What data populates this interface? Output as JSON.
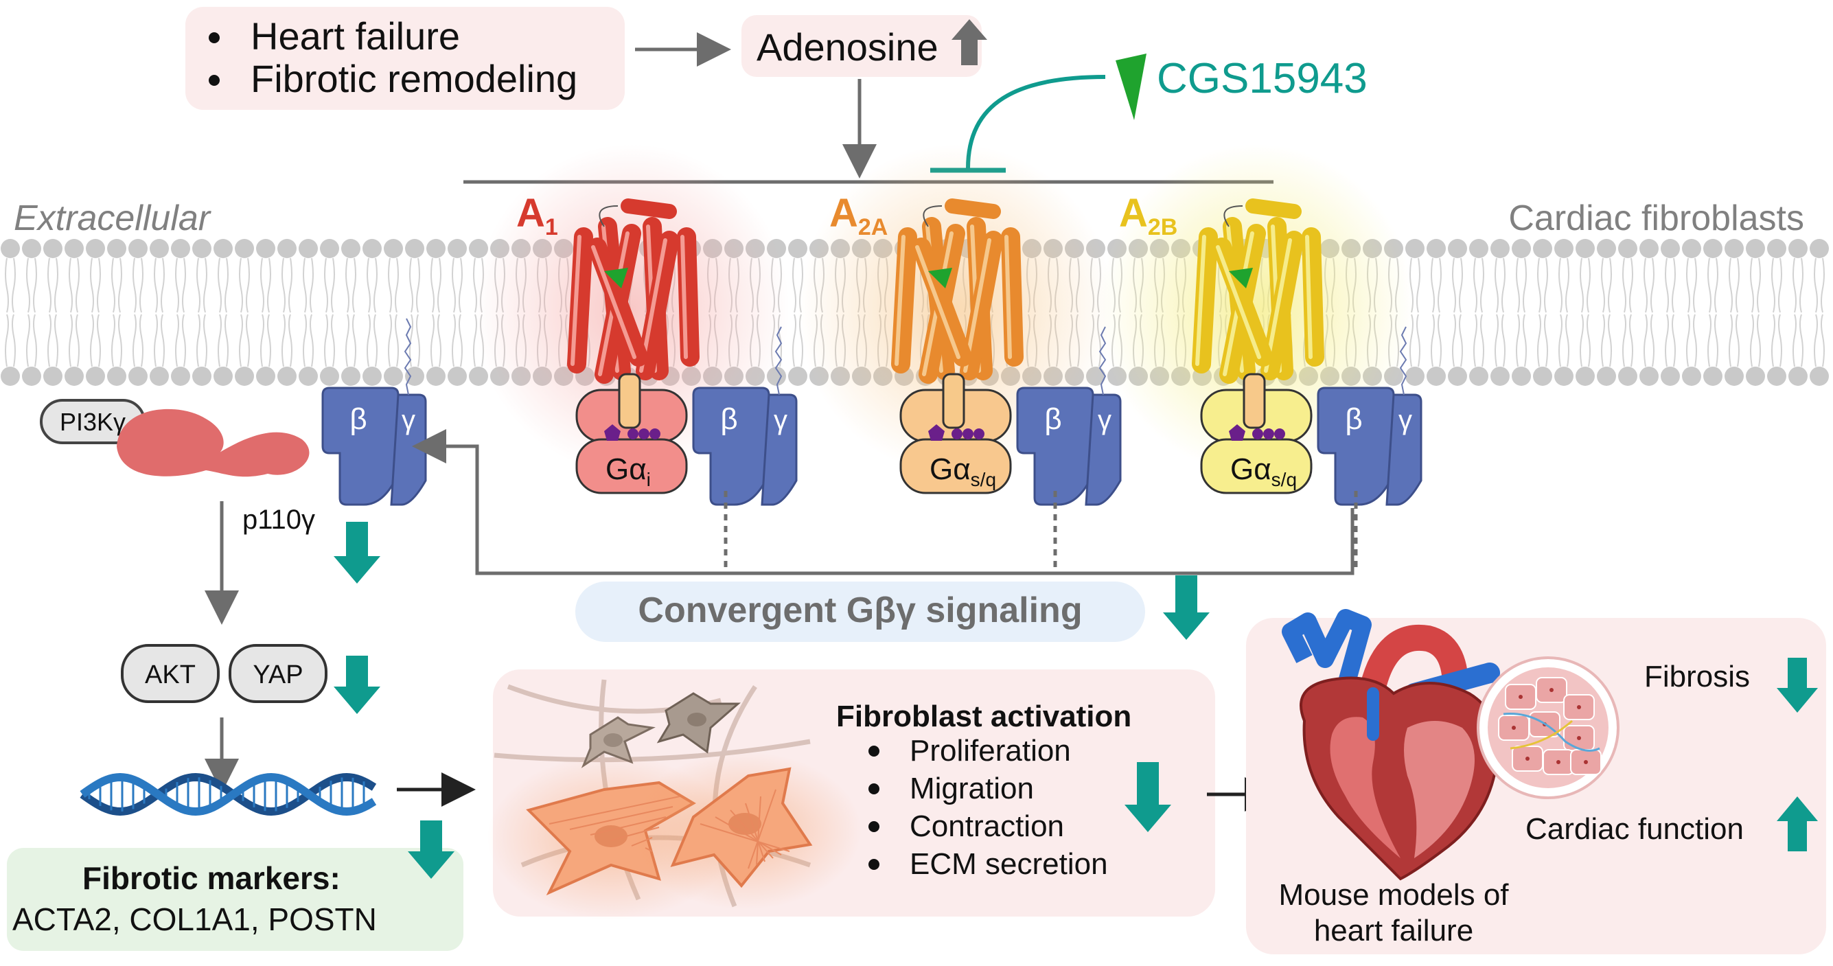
{
  "conditions": {
    "items": [
      "Heart failure",
      "Fibrotic remodeling"
    ]
  },
  "adenosine": {
    "label": "Adenosine",
    "change": "up"
  },
  "antagonist": {
    "name": "CGS15943",
    "color": "#0f9b8e"
  },
  "compartments": {
    "left": "Extracellular",
    "right": "Cardiac fibroblasts"
  },
  "receptors": [
    {
      "base": "A",
      "sub": "1",
      "color": "#d63a2e",
      "galpha_base": "Gα",
      "galpha_sub": "i"
    },
    {
      "base": "A",
      "sub": "2A",
      "color": "#e88a2e",
      "galpha_base": "Gα",
      "galpha_sub": "s/q"
    },
    {
      "base": "A",
      "sub": "2B",
      "color": "#e8c21e",
      "galpha_base": "Gα",
      "galpha_sub": "s/q"
    }
  ],
  "g_beta": "β",
  "g_gamma": "γ",
  "pi3k": {
    "label": "PI3Kγ",
    "catalytic": "p110γ"
  },
  "akt": "AKT",
  "yap": "YAP",
  "convergent": "Convergent Gβγ signaling",
  "fibrotic_markers": {
    "title": "Fibrotic markers:",
    "genes": "ACTA2, COL1A1, POSTN"
  },
  "fibroblast_activation": {
    "title": "Fibroblast activation",
    "items": [
      "Proliferation",
      "Migration",
      "Contraction",
      "ECM secretion"
    ]
  },
  "outcomes": {
    "fibrosis": {
      "label": "Fibrosis",
      "change": "down"
    },
    "cardiac_function": {
      "label": "Cardiac function",
      "change": "up"
    }
  },
  "mouse_models": [
    "Mouse models of",
    "heart failure"
  ],
  "colors": {
    "teal": "#0f9b8e",
    "grey_arrow": "#6d6d6d",
    "gbeta": "#5b72b8",
    "pink_panel": "#fbecec",
    "blue_panel": "#e7f0fa",
    "green_panel": "#e6f3e4"
  }
}
